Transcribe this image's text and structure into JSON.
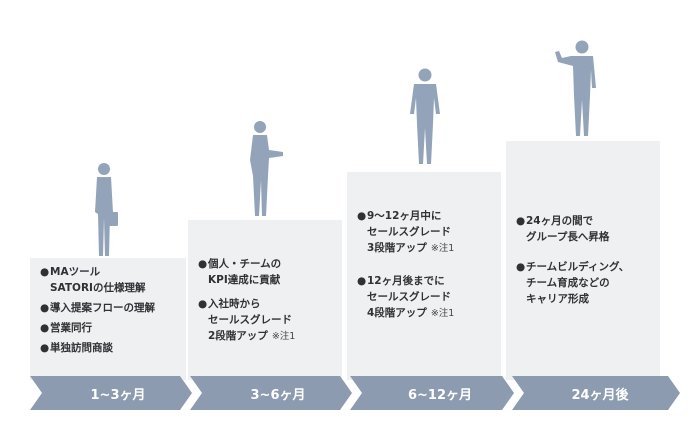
{
  "steps": [
    {
      "period": "1~3ヶ月",
      "items": [
        {
          "text": "MAツール\nSATORIの仕様理解"
        },
        {
          "text": "導入提案フローの理解"
        },
        {
          "text": "営業同行"
        },
        {
          "text": "単独訪問商談"
        }
      ]
    },
    {
      "period": "3~6ヶ月",
      "items": [
        {
          "text": "個人・チームの\nKPI達成に貢献"
        },
        {
          "text": "入社時から\nセールスグレード\n2段階アップ",
          "note": "※注1"
        }
      ]
    },
    {
      "period": "6~12ヶ月",
      "items": [
        {
          "text": "9～12ヶ月中に\nセールスグレード\n3段階アップ",
          "note": "※注1"
        },
        {
          "text": "12ヶ月後までに\nセールスグレード\n4段階アップ",
          "note": "※注1"
        }
      ]
    },
    {
      "period": "24ヶ月後",
      "items": [
        {
          "text": "24ヶ月の間で\nグループ長へ昇格"
        },
        {
          "text": "チームビルディング、\nチーム育成などの\nキャリア形成"
        }
      ]
    }
  ],
  "colors": {
    "arrow": "#8c9bb0",
    "box": "#eff0f2",
    "figure": "#93a4ba",
    "text": "#2f3135"
  },
  "bullet_glyph": "●"
}
